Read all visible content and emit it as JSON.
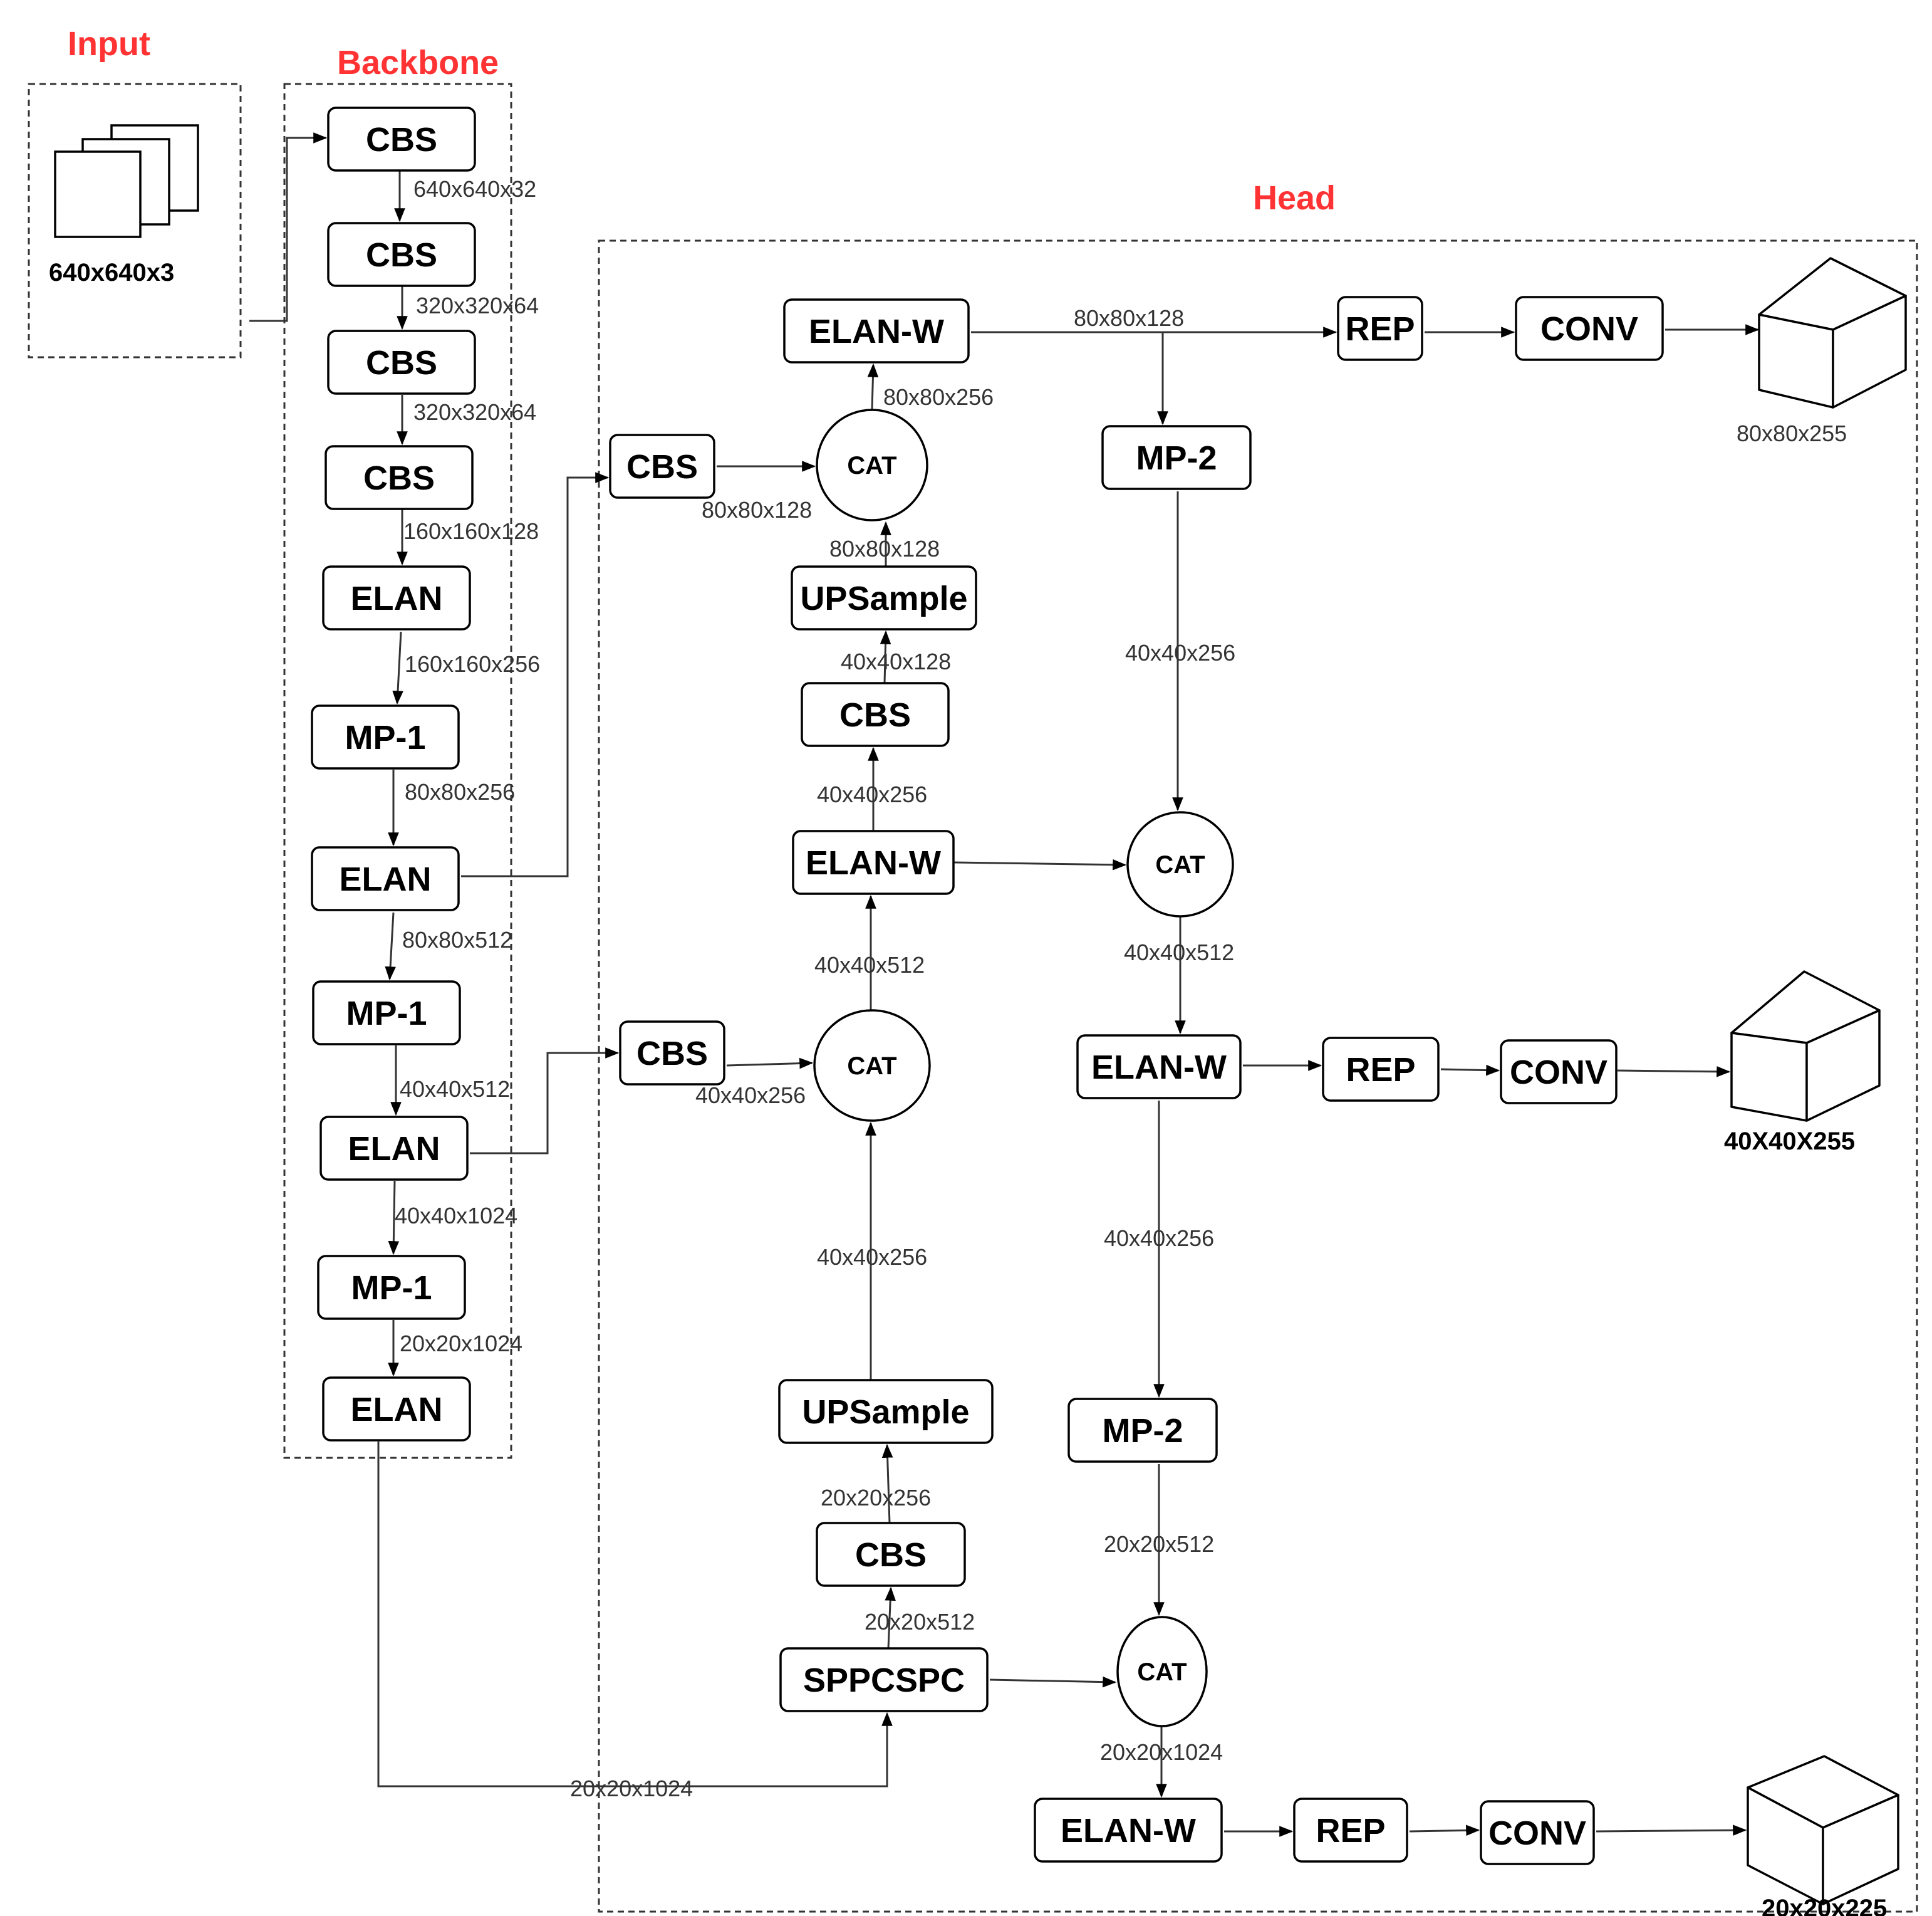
{
  "groups": {
    "input": "Input",
    "backbone": "Backbone",
    "head": "Head"
  },
  "input_size": "640x640x3",
  "backbone": [
    {
      "id": "b_cbs1",
      "label": "CBS"
    },
    {
      "id": "b_cbs2",
      "label": "CBS"
    },
    {
      "id": "b_cbs3",
      "label": "CBS"
    },
    {
      "id": "b_cbs4",
      "label": "CBS"
    },
    {
      "id": "b_elan1",
      "label": "ELAN"
    },
    {
      "id": "b_mp1a",
      "label": "MP-1"
    },
    {
      "id": "b_elan2",
      "label": "ELAN"
    },
    {
      "id": "b_mp1b",
      "label": "MP-1"
    },
    {
      "id": "b_elan3",
      "label": "ELAN"
    },
    {
      "id": "b_mp1c",
      "label": "MP-1"
    },
    {
      "id": "b_elan4",
      "label": "ELAN"
    }
  ],
  "head": [
    {
      "id": "h_elanw_top",
      "label": "ELAN-W"
    },
    {
      "id": "h_rep_top",
      "label": "REP"
    },
    {
      "id": "h_conv_top",
      "label": "CONV"
    },
    {
      "id": "h_cbs_top",
      "label": "CBS"
    },
    {
      "id": "h_cat_top",
      "label": "CAT"
    },
    {
      "id": "h_mp2_top",
      "label": "MP-2"
    },
    {
      "id": "h_ups_top",
      "label": "UPSample"
    },
    {
      "id": "h_cbs_mid",
      "label": "CBS"
    },
    {
      "id": "h_elanw_mid",
      "label": "ELAN-W"
    },
    {
      "id": "h_cat_right_mid",
      "label": "CAT"
    },
    {
      "id": "h_cbs_low",
      "label": "CBS"
    },
    {
      "id": "h_cat_mid",
      "label": "CAT"
    },
    {
      "id": "h_elanw_right",
      "label": "ELAN-W"
    },
    {
      "id": "h_rep_mid",
      "label": "REP"
    },
    {
      "id": "h_conv_mid",
      "label": "CONV"
    },
    {
      "id": "h_ups_bot",
      "label": "UPSample"
    },
    {
      "id": "h_mp2_bot",
      "label": "MP-2"
    },
    {
      "id": "h_cbs_bot",
      "label": "CBS"
    },
    {
      "id": "h_sppcspc",
      "label": "SPPCSPC"
    },
    {
      "id": "h_cat_bot",
      "label": "CAT"
    },
    {
      "id": "h_elanw_bot",
      "label": "ELAN-W"
    },
    {
      "id": "h_rep_bot",
      "label": "REP"
    },
    {
      "id": "h_conv_bot",
      "label": "CONV"
    }
  ],
  "edges": [
    {
      "from": "input",
      "to": "b_cbs1",
      "label": ""
    },
    {
      "from": "b_cbs1",
      "to": "b_cbs2",
      "label": "640x640x32"
    },
    {
      "from": "b_cbs2",
      "to": "b_cbs3",
      "label": "320x320x64"
    },
    {
      "from": "b_cbs3",
      "to": "b_cbs4",
      "label": "320x320x64"
    },
    {
      "from": "b_cbs4",
      "to": "b_elan1",
      "label": "160x160x128"
    },
    {
      "from": "b_elan1",
      "to": "b_mp1a",
      "label": "160x160x256"
    },
    {
      "from": "b_mp1a",
      "to": "b_elan2",
      "label": "80x80x256"
    },
    {
      "from": "b_elan2",
      "to": "b_mp1b",
      "label": "80x80x512"
    },
    {
      "from": "b_mp1b",
      "to": "b_elan3",
      "label": "40x40x512"
    },
    {
      "from": "b_elan3",
      "to": "b_mp1c",
      "label": "40x40x1024"
    },
    {
      "from": "b_mp1c",
      "to": "b_elan4",
      "label": "20x20x1024"
    },
    {
      "from": "b_elan2",
      "to": "h_cbs_top",
      "label": ""
    },
    {
      "from": "b_elan3",
      "to": "h_cbs_low",
      "label": ""
    },
    {
      "from": "b_elan4",
      "to": "h_sppcspc",
      "label": "20x20x1024"
    },
    {
      "from": "h_sppcspc",
      "to": "h_cbs_bot",
      "label": "20x20x512"
    },
    {
      "from": "h_cbs_bot",
      "to": "h_ups_bot",
      "label": "20x20x256"
    },
    {
      "from": "h_ups_bot",
      "to": "h_cat_mid",
      "label": "40x40x256"
    },
    {
      "from": "h_cbs_low",
      "to": "h_cat_mid",
      "label": "40x40x256"
    },
    {
      "from": "h_cat_mid",
      "to": "h_elanw_mid",
      "label": "40x40x512"
    },
    {
      "from": "h_elanw_mid",
      "to": "h_cbs_mid",
      "label": "40x40x256"
    },
    {
      "from": "h_cbs_mid",
      "to": "h_ups_top",
      "label": "40x40x128"
    },
    {
      "from": "h_ups_top",
      "to": "h_cat_top",
      "label": "80x80x128"
    },
    {
      "from": "h_cbs_top",
      "to": "h_cat_top",
      "label": "80x80x128"
    },
    {
      "from": "h_cat_top",
      "to": "h_elanw_top",
      "label": "80x80x256"
    },
    {
      "from": "h_elanw_top",
      "to": "h_rep_top",
      "label": "80x80x128"
    },
    {
      "from": "h_rep_top",
      "to": "h_conv_top",
      "label": ""
    },
    {
      "from": "h_conv_top",
      "to": "out_top",
      "label": ""
    },
    {
      "from": "h_elanw_top",
      "to": "h_mp2_top",
      "label": ""
    },
    {
      "from": "h_mp2_top",
      "to": "h_cat_right_mid",
      "label": "40x40x256"
    },
    {
      "from": "h_elanw_mid",
      "to": "h_cat_right_mid",
      "label": ""
    },
    {
      "from": "h_cat_right_mid",
      "to": "h_elanw_right",
      "label": "40x40x512"
    },
    {
      "from": "h_elanw_right",
      "to": "h_rep_mid",
      "label": ""
    },
    {
      "from": "h_rep_mid",
      "to": "h_conv_mid",
      "label": ""
    },
    {
      "from": "h_conv_mid",
      "to": "out_mid",
      "label": ""
    },
    {
      "from": "h_elanw_right",
      "to": "h_mp2_bot",
      "label": "40x40x256"
    },
    {
      "from": "h_mp2_bot",
      "to": "h_cat_bot",
      "label": "20x20x512"
    },
    {
      "from": "h_sppcspc",
      "to": "h_cat_bot",
      "label": ""
    },
    {
      "from": "h_cat_bot",
      "to": "h_elanw_bot",
      "label": "20x20x1024"
    },
    {
      "from": "h_elanw_bot",
      "to": "h_rep_bot",
      "label": ""
    },
    {
      "from": "h_rep_bot",
      "to": "h_conv_bot",
      "label": ""
    },
    {
      "from": "h_conv_bot",
      "to": "out_bot",
      "label": ""
    }
  ],
  "outputs": [
    {
      "id": "out_top",
      "label": "80x80x255"
    },
    {
      "id": "out_mid",
      "label": "40X40X255"
    },
    {
      "id": "out_bot",
      "label": "20x20x225"
    }
  ]
}
